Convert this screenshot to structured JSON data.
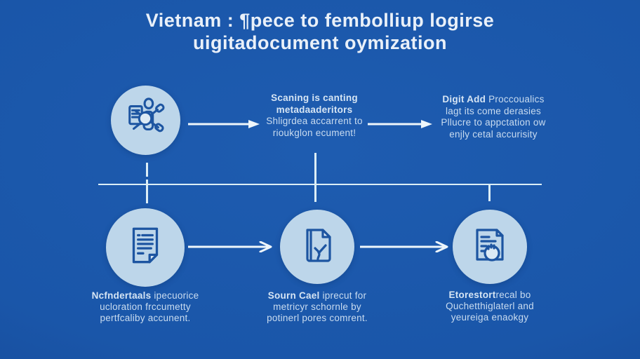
{
  "title": {
    "line1": "Vietnam : ¶pece to fembolliup logirse",
    "line2": "uigitadocument oymization"
  },
  "colors": {
    "background": "#1A56A9",
    "background_edge": "#123F88",
    "circle_fill": "#BDD6EA",
    "icon_stroke": "#1D55A1",
    "connector_line": "#DCEEF6",
    "title_text": "#E9F0F9",
    "body_text": "#C9DCF0"
  },
  "top_row": {
    "step1": {
      "icon": "document-analysis-icon"
    },
    "step2": {
      "line1": "Scaning is canting",
      "line2": "metadaaderitors",
      "line3": "Shligrdea accarrent to",
      "line4": "rioukglon ecument!"
    },
    "step3": {
      "lead": "Digit Add",
      "lead_rest": " Proccoualics",
      "line2": "lagt its come derasies",
      "line3": "Pllucre to appctation ow",
      "line4": "enjly cetal accurisity"
    }
  },
  "bottom_row": {
    "step1": {
      "icon": "document-icon",
      "lead": "Ncfndertaals",
      "lead_rest": " ipecuorice",
      "line2": "ucloration frccumetty",
      "line3": "pertfcaliby accunent."
    },
    "step2": {
      "icon": "document-check-icon",
      "lead": "Sourn Cael",
      "lead_rest": " iprecut for",
      "line2": "metricyr schornle by",
      "line3": "potinerl pores comrent.",
      "line3_alt": ""
    },
    "step3": {
      "icon": "document-gear-icon",
      "lead": "Etorestort",
      "lead_rest": "recal bo",
      "line2": "Quchetthiglaterl and",
      "line3": "yeureiga enaokgy"
    }
  }
}
